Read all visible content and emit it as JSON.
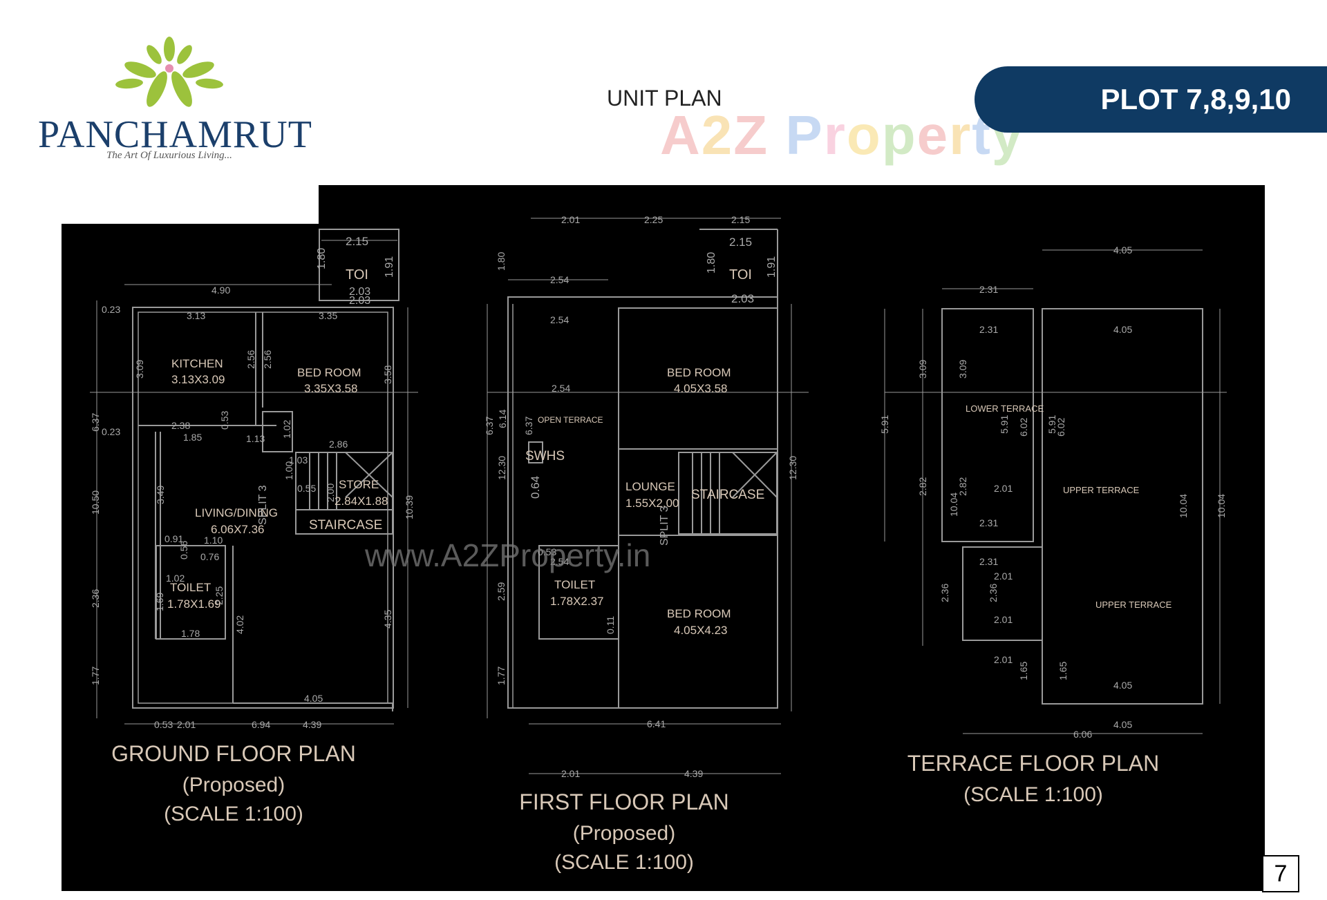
{
  "brand": {
    "name": "PANCHAMRUT",
    "tagline": "The Art Of Luxurious Living..."
  },
  "header": {
    "title": "UNIT PLAN",
    "plot_label": "PLOT 7,8,9,10",
    "watermark": "A2Z Property",
    "page_number": "7"
  },
  "watermark_url": "www.A2ZProperty.in",
  "colors": {
    "brand_navy": "#0f3a63",
    "leaf_green": "#9cc23c",
    "plan_background": "#000000",
    "plan_lines": "#bdbdbd",
    "plan_text": "#d9c9b8"
  },
  "ground_floor": {
    "title": "GROUND FLOOR PLAN",
    "subtitle": "(Proposed)",
    "scale": "(SCALE 1:100)",
    "rooms": {
      "toi": "TOI",
      "kitchen": "KITCHEN",
      "kitchen_size": "3.13X3.09",
      "bedroom": "BED ROOM",
      "bedroom_size": "3.35X3.58",
      "living": "LIVING/DINING",
      "living_size": "6.06X7.36",
      "store": "STORE",
      "store_size": "2.84X1.88",
      "staircase": "STAIRCASE",
      "toilet": "TOILET",
      "toilet_size": "1.78X1.69"
    },
    "dims": {
      "d1": "2.15",
      "d2": "1.80",
      "d3": "1.91",
      "d4": "2.03",
      "d5": "2.03",
      "d6": "4.90",
      "d7": "0.23",
      "d8": "3.13",
      "d9": "3.35",
      "d10": "3.09",
      "d11": "2.56",
      "d12": "2.56",
      "d13": "3.58",
      "d14": "6.37",
      "d15": "0.23",
      "d16": "2.38",
      "d17": "1.85",
      "d18": "0.53",
      "d19": "1.13",
      "d20": "1.02",
      "d21": "2.86",
      "d22": "1.03",
      "d23": "1.00",
      "d24": "0.55",
      "d25": "2.00",
      "d26": "10.50",
      "d27": "3.49",
      "d28": "10.39",
      "d29": "0.91",
      "d30": "1.10",
      "d31": "0.56",
      "d32": "0.76",
      "d33": "1.02",
      "d34": "2.36",
      "d35": "1.69",
      "d36": "2.25",
      "d37": "1.78",
      "d38": "4.02",
      "d39": "4.35",
      "d40": "1.77",
      "d41": "4.05",
      "d42": "0.53",
      "d43": "2.01",
      "d44": "6.94",
      "d45": "4.39",
      "split": "SPLIT 3"
    }
  },
  "first_floor": {
    "title": "FIRST FLOOR PLAN",
    "subtitle": "(Proposed)",
    "scale": "(SCALE 1:100)",
    "rooms": {
      "toi": "TOI",
      "bedroom1": "BED ROOM",
      "bedroom1_size": "4.05X3.58",
      "open_terrace": "OPEN TERRACE",
      "swhs": "SWHS",
      "lounge": "LOUNGE",
      "lounge_size": "1.55X2.00",
      "staircase": "STAIRCASE",
      "toilet": "TOILET",
      "toilet_size": "1.78X2.37",
      "bedroom2": "BED ROOM",
      "bedroom2_size": "4.05X4.23"
    },
    "dims": {
      "d1": "2.01",
      "d2": "2.25",
      "d3": "2.15",
      "d4": "2.15",
      "d5": "1.80",
      "d6": "1.80",
      "d7": "1.91",
      "d8": "2.54",
      "d9": "2.03",
      "d10": "2.54",
      "d11": "2.54",
      "d12": "6.37",
      "d13": "6.14",
      "d14": "6.37",
      "d15": "12.30",
      "d16": "0.64",
      "d17": "12.30",
      "d18": "0.53",
      "d19": "2.54",
      "d20": "2.59",
      "d21": "0.11",
      "d22": "1.77",
      "d23": "6.41",
      "d24": "2.01",
      "d25": "4.39",
      "split": "SPLIT 3"
    }
  },
  "terrace_floor": {
    "title": "TERRACE FLOOR PLAN",
    "scale": "(SCALE 1:100)",
    "rooms": {
      "lower_terrace": "LOWER TERRACE",
      "upper_terrace1": "UPPER TERRACE",
      "upper_terrace2": "UPPER TERRACE"
    },
    "dims": {
      "d1": "4.05",
      "d2": "2.31",
      "d3": "2.31",
      "d4": "4.05",
      "d5": "3.09",
      "d6": "3.09",
      "d7": "5.91",
      "d8": "5.91",
      "d9": "6.02",
      "d10": "5.91",
      "d11": "6.02",
      "d12": "2.82",
      "d13": "2.82",
      "d14": "2.01",
      "d15": "10.04",
      "d16": "2.31",
      "d17": "10.04",
      "d18": "10.04",
      "d19": "2.31",
      "d20": "2.01",
      "d21": "2.36",
      "d22": "2.36",
      "d23": "2.01",
      "d24": "2.01",
      "d25": "1.65",
      "d26": "1.65",
      "d27": "4.05",
      "d28": "4.05",
      "d29": "6.06"
    }
  }
}
